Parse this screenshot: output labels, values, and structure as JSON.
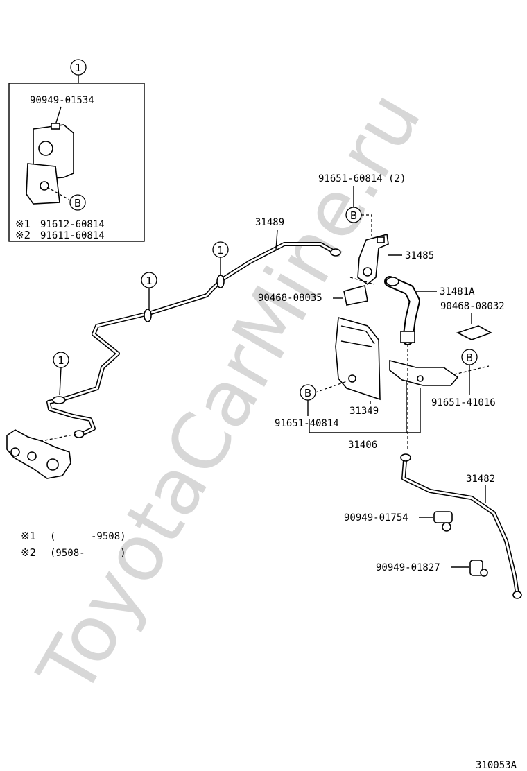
{
  "watermark": "ToyotaCarMine.ru",
  "diagram_code": "310053A",
  "circle_marker": "1",
  "b_marker": "B",
  "inset": {
    "part_top": "90949-01534",
    "note1_symbol": "※1",
    "note1_part": "91612-60814",
    "note2_symbol": "※2",
    "note2_part": "91611-60814"
  },
  "labels": {
    "p31489": "31489",
    "p91651_60814": "91651-60814 (2)",
    "p31485": "31485",
    "p90468_08035": "90468-08035",
    "p31481A": "31481A",
    "p90468_08032": "90468-08032",
    "p91651_41016": "91651-41016",
    "p91651_40814": "91651-40814",
    "p31349": "31349",
    "p31406": "31406",
    "p31482": "31482",
    "p90949_01754": "90949-01754",
    "p90949_01827": "90949-01827"
  },
  "legend": {
    "n1_symbol": "※1",
    "n1_text": "(      -9508)",
    "n2_symbol": "※2",
    "n2_text": "(9508-      )"
  }
}
